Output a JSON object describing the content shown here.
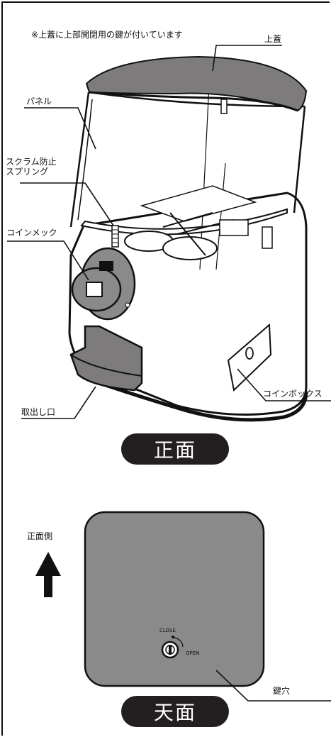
{
  "notes": {
    "top_note": "※上蓋に上部開閉用の鍵が付いています"
  },
  "front": {
    "labels": {
      "upper_lid": "上蓋",
      "panel": "パネル",
      "anti_scrum_spring": "スクラム防止\nスプリング",
      "coin_mech": "コインメック",
      "coin_box": "コインボックス",
      "outlet": "取出し口"
    },
    "view_title": "正面"
  },
  "top": {
    "front_side_label": "正面側",
    "lock_close": "CLOSE",
    "lock_open": "OPEN",
    "keyhole_label": "鍵穴",
    "view_title": "天面"
  },
  "colors": {
    "lid_gray": "#7d7b7c",
    "panel_gray": "#8a8a8a",
    "pill_bg": "#231f20",
    "line": "#111111"
  }
}
